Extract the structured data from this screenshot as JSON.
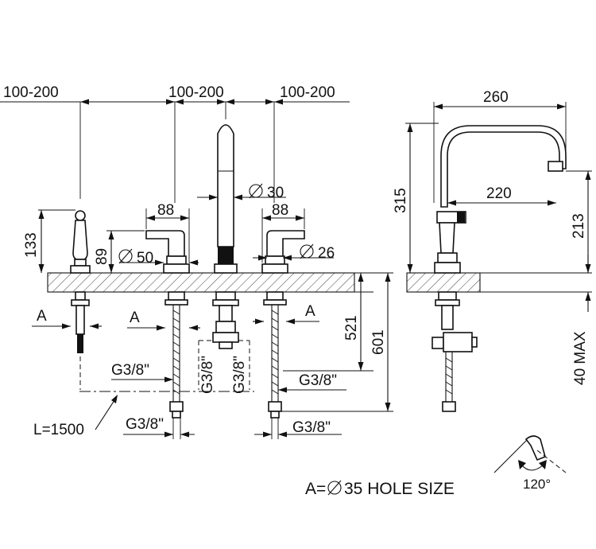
{
  "front_view": {
    "spacing_left": "100-200",
    "spacing_middle": "100-200",
    "spacing_right": "100-200",
    "shower_height": "133",
    "handle_height": "89",
    "handle_width_left": "88",
    "handle_width_right": "88",
    "spout_diameter": "30",
    "base_diameter_left": "50",
    "base_diameter_right": "26",
    "hole_label_left": "A",
    "hole_label_mid": "A",
    "hole_label_right": "A",
    "hose_length": "L=1500",
    "thread_1": "G3/8\"",
    "thread_2": "G3/8\"",
    "thread_3": "G3/8\"",
    "thread_4": "G3/8\"",
    "thread_5": "G3/8\"",
    "thread_6": "G3/8\"",
    "depth_521": "521",
    "depth_601": "601"
  },
  "side_view": {
    "reach": "260",
    "inner_reach": "220",
    "total_height": "315",
    "spout_height": "213",
    "max_thickness": "40 MAX"
  },
  "hole_note": {
    "prefix": "A=",
    "value": "35 HOLE SIZE"
  },
  "rotation": {
    "angle": "120°"
  }
}
